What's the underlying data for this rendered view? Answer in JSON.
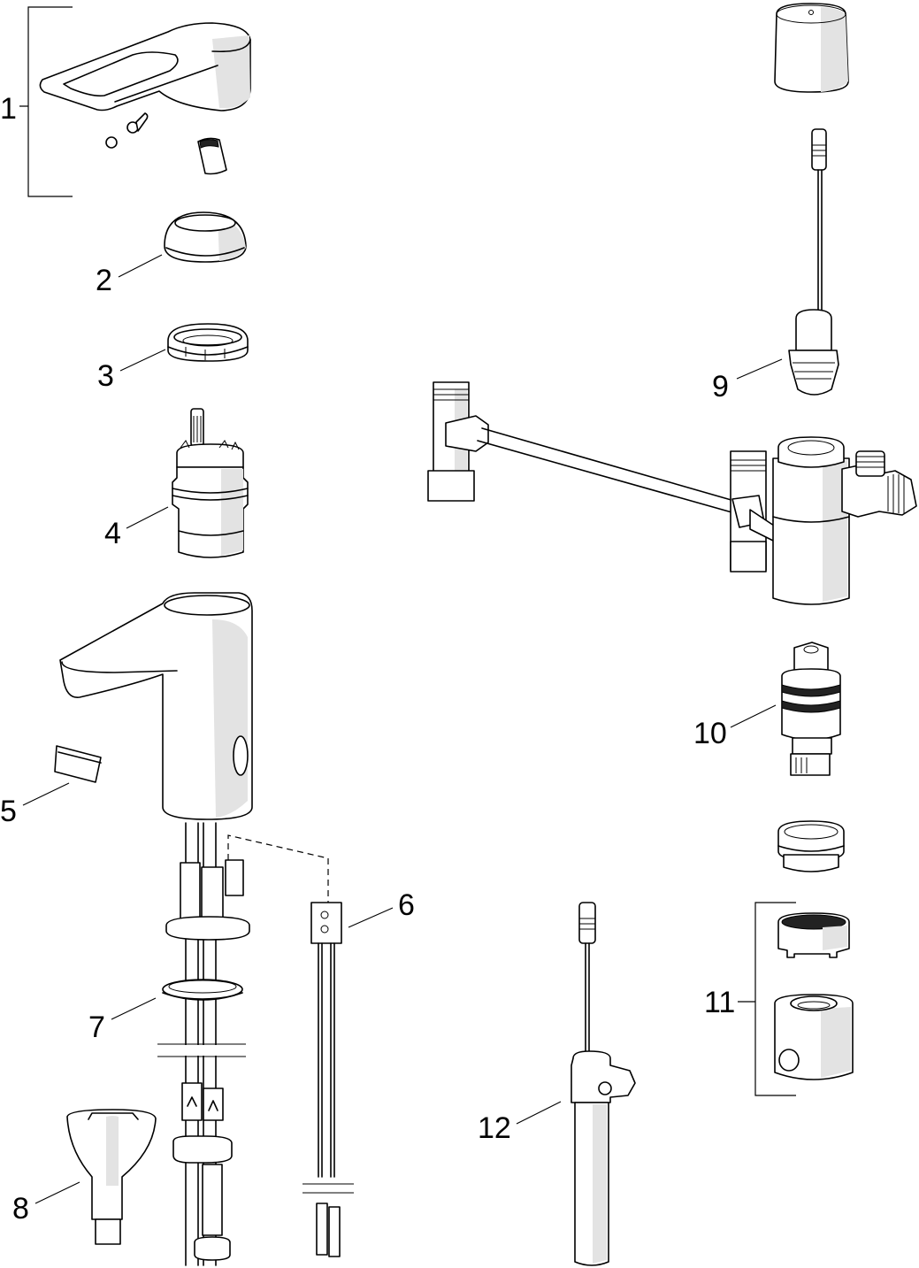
{
  "diagram": {
    "type": "exploded-parts-view",
    "subject": "sensor basin faucet",
    "callouts": [
      {
        "id": "1",
        "label": "1",
        "part": "lever handle set (handle, screw, cap, adapter)"
      },
      {
        "id": "2",
        "label": "2",
        "part": "dome cover"
      },
      {
        "id": "3",
        "label": "3",
        "part": "cartridge nut"
      },
      {
        "id": "4",
        "label": "4",
        "part": "mixing cartridge"
      },
      {
        "id": "5",
        "label": "5",
        "part": "aerator"
      },
      {
        "id": "6",
        "label": "6",
        "part": "sensor cable connector"
      },
      {
        "id": "7",
        "label": "7",
        "part": "base gasket"
      },
      {
        "id": "8",
        "label": "8",
        "part": "aerator key"
      },
      {
        "id": "9",
        "label": "9",
        "part": "solenoid valve with cable"
      },
      {
        "id": "10",
        "label": "10",
        "part": "thermostatic / check valve cartridge"
      },
      {
        "id": "11",
        "label": "11",
        "part": "adjustment knob set"
      },
      {
        "id": "12",
        "label": "12",
        "part": "battery pack with cable"
      }
    ]
  }
}
